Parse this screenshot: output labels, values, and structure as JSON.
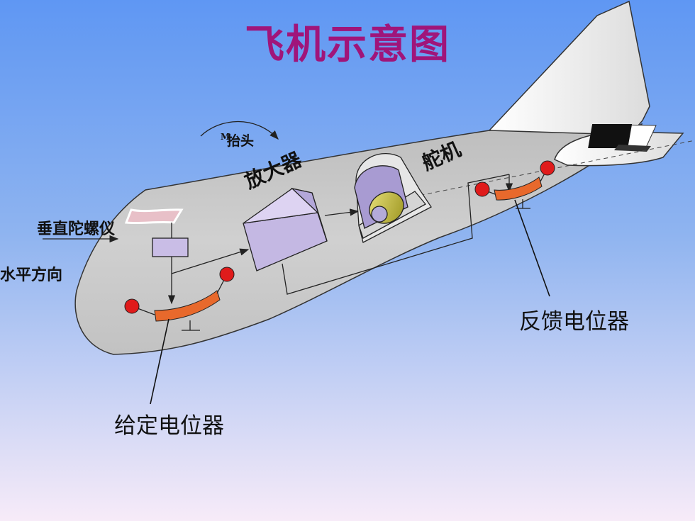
{
  "title": "飞机示意图",
  "labels": {
    "pitch_symbol": "M",
    "pitch_up": "抬头",
    "vertical_gyro": "垂直陀螺仪",
    "horizontal": "水平方向",
    "amplifier": "放大器",
    "servo": "舵机",
    "feedback_potentiometer": "反馈电位器",
    "reference_potentiometer": "给定电位器"
  },
  "colors": {
    "title": "#a0157a",
    "background_top": "#6aa0f4",
    "background_bottom": "#f6eaf8",
    "fuselage": "#c7c7c7",
    "amplifier_box": "#c9bde6",
    "potentiometer": "#e8692c",
    "terminal": "#e01b1b",
    "servo_motor": "#c8c030"
  }
}
